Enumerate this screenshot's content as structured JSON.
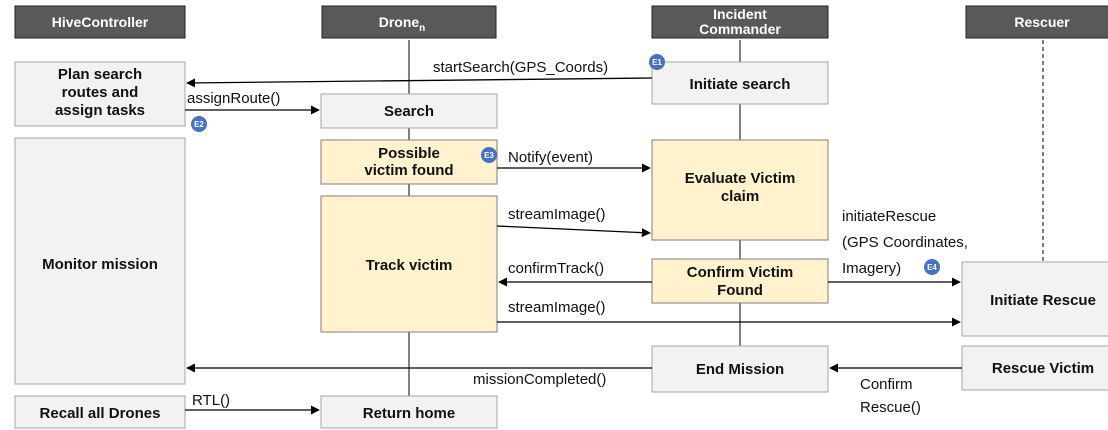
{
  "lanes": {
    "hive": "HiveController",
    "drone_main": "Drone",
    "drone_sub": "n",
    "ic_line1": "Incident",
    "ic_line2": "Commander",
    "rescuer": "Rescuer"
  },
  "boxes": {
    "plan_1": "Plan search",
    "plan_2": "routes and",
    "plan_3": "assign tasks",
    "monitor": "Monitor mission",
    "recall": "Recall all Drones",
    "search": "Search",
    "possible_1": "Possible",
    "possible_2": "victim found",
    "track": "Track victim",
    "return_home": "Return home",
    "initiate_search": "Initiate search",
    "evaluate_1": "Evaluate Victim",
    "evaluate_2": "claim",
    "confirm_1": "Confirm Victim",
    "confirm_2": "Found",
    "end_mission": "End Mission",
    "initiate_rescue": "Initiate Rescue",
    "rescue_victim": "Rescue Victim"
  },
  "messages": {
    "start_search": "startSearch(GPS_Coords)",
    "assign_route": "assignRoute()",
    "notify": "Notify(event)",
    "stream1": "streamImage()",
    "confirm_track": "confirmTrack()",
    "stream2": "streamImage()",
    "initiate_rescue_1": "initiateRescue",
    "initiate_rescue_2": "(GPS Coordinates,",
    "initiate_rescue_3": "Imagery)",
    "mission_completed": "missionCompleted()",
    "rtl": "RTL()",
    "confirm_rescue_1": "Confirm",
    "confirm_rescue_2": "Rescue()"
  },
  "badges": {
    "e1": "E1",
    "e2": "E2",
    "e3": "E3",
    "e4": "E4"
  },
  "colors": {
    "header_bg": "#595959",
    "gray_box": "#f2f2f2",
    "yellow_box": "#fff2cc",
    "badge": "#4472c4",
    "line": "#000000"
  }
}
